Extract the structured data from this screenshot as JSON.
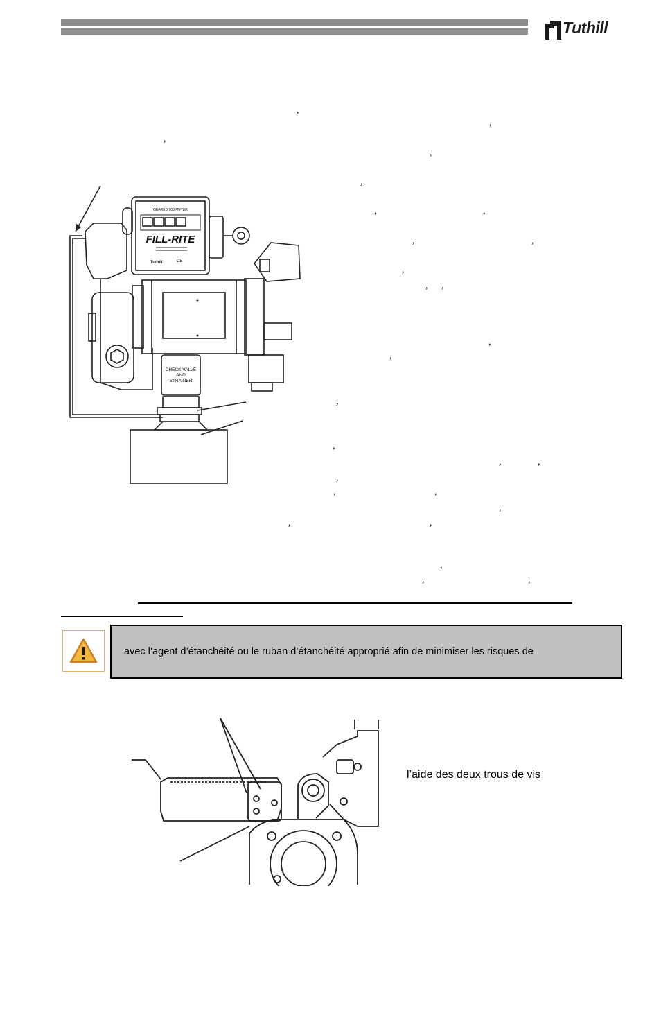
{
  "header": {
    "brand_name": "Tuthill"
  },
  "figure1": {
    "meter_title": "GEARED 900 METER",
    "brand_mark": "FILL-RITE",
    "tuthill_badge": "Tuthill",
    "ce_mark": "CE",
    "check_valve_label": [
      "CHECK VALVE",
      "AND",
      "STRAINER"
    ]
  },
  "body_text": {
    "commas": [
      ",",
      ",",
      ",",
      ",",
      ",",
      ",",
      ",",
      ",",
      ",",
      ",",
      ",",
      ",",
      ",",
      ",",
      ",",
      ",",
      ",",
      ",",
      ",",
      ",",
      ",",
      ",",
      ",",
      ",",
      ",",
      ",",
      ",",
      ","
    ]
  },
  "warning": {
    "text": "avec l’agent d’étanchéité ou le ruban d’étanchéité approprié afin de minimiser les risques de"
  },
  "figure2": {
    "note": "l’aide des deux trous de vis"
  },
  "colors": {
    "header_bar": "#8d8d8d",
    "warning_bg": "#c0c0c0",
    "warning_icon": "#f2b63a"
  }
}
